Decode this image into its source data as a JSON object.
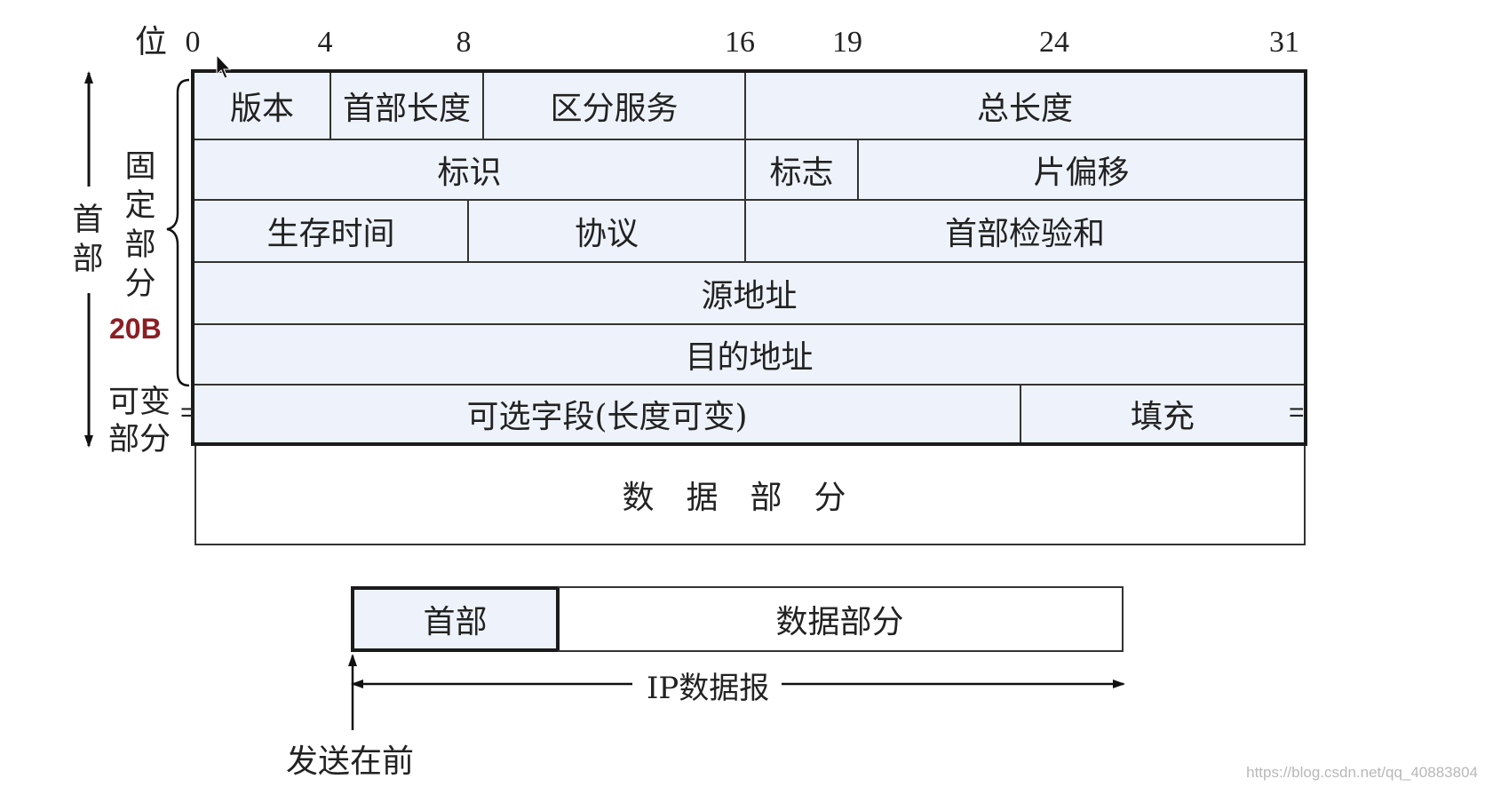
{
  "bit_label": "位",
  "bit_numbers": [
    "0",
    "4",
    "8",
    "16",
    "19",
    "24",
    "31"
  ],
  "rows": [
    {
      "cells": [
        "版本",
        "首部长度",
        "区分服务",
        "总长度"
      ]
    },
    {
      "cells": [
        "标识",
        "标志",
        "片偏移"
      ]
    },
    {
      "cells": [
        "生存时间",
        "协议",
        "首部检验和"
      ]
    },
    {
      "cells": [
        "源地址"
      ]
    },
    {
      "cells": [
        "目的地址"
      ]
    },
    {
      "cells": [
        "可选字段(长度可变)",
        "填充"
      ]
    }
  ],
  "data_part": "数据部分",
  "side_labels": {
    "header": "首部",
    "fixed_part": "固定部分",
    "fixed_size": "20B",
    "variable_part_line1": "可变",
    "variable_part_line2": "部分"
  },
  "datagram": {
    "header": "首部",
    "data": "数据部分",
    "name": "IP数据报",
    "send_first": "发送在前"
  },
  "watermark": "https://blog.csdn.net/qq_40883804"
}
